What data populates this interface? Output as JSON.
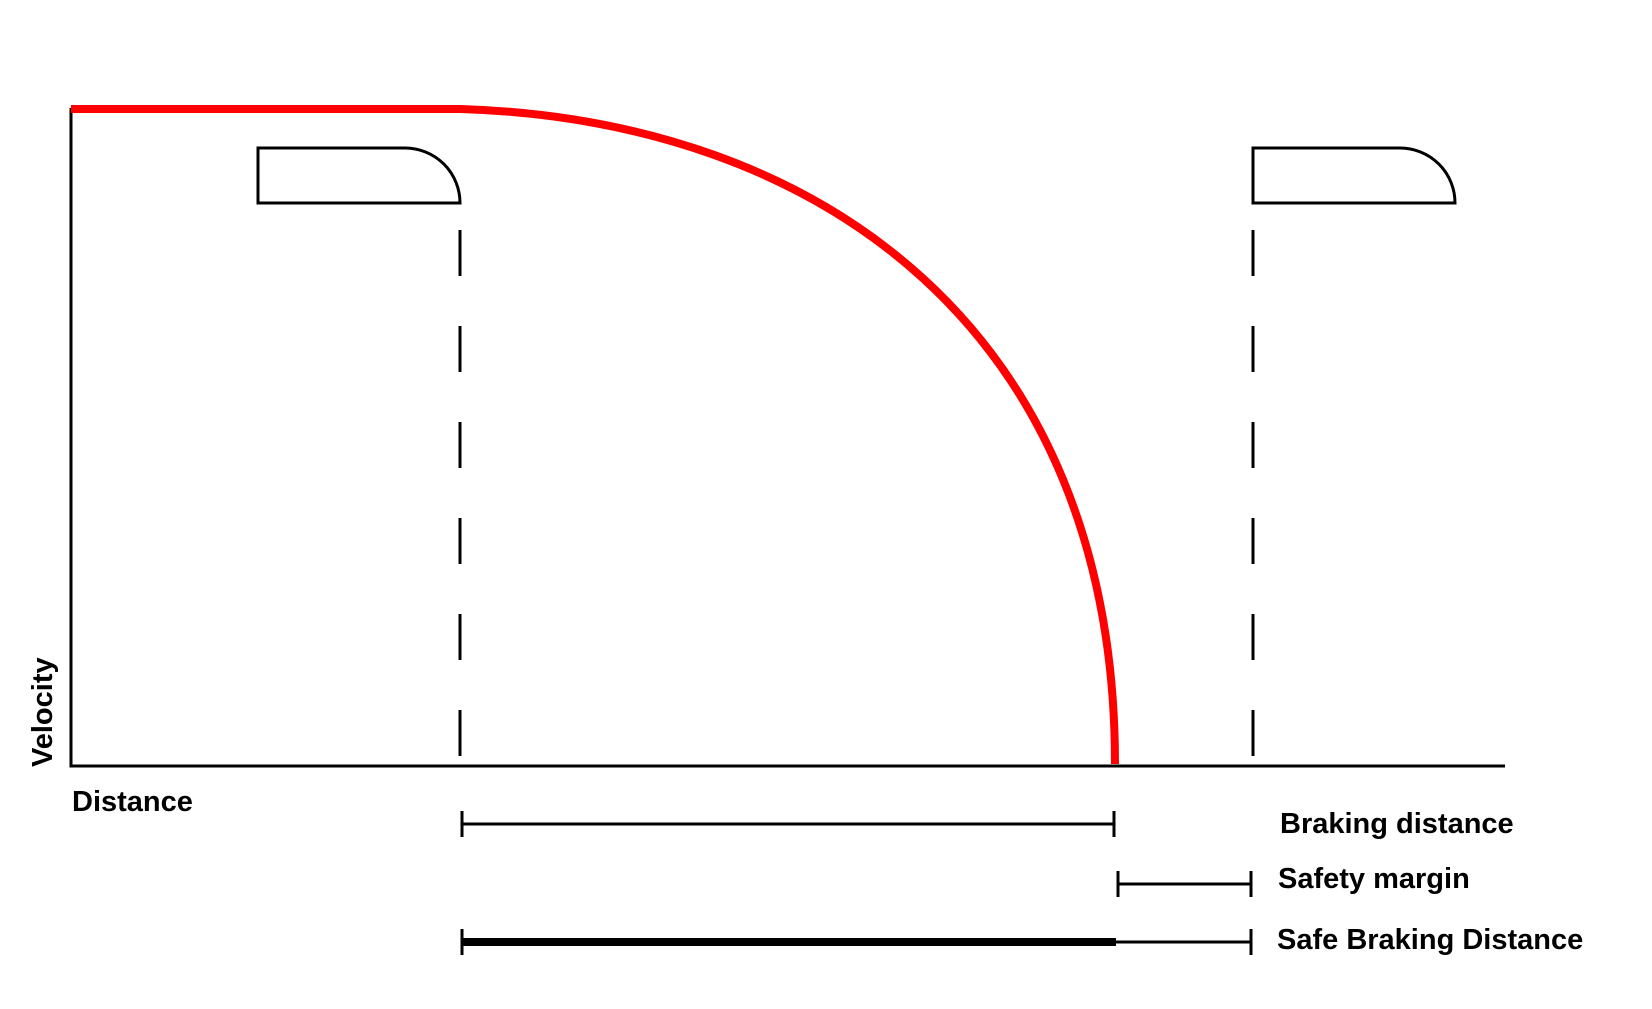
{
  "labels": {
    "y_axis": "Velocity",
    "x_axis": "Distance",
    "braking_distance": "Braking distance",
    "safety_margin": "Safety margin",
    "safe_braking_distance": "Safe Braking Distance"
  },
  "colors": {
    "curve": "#ff0000",
    "ink": "#000000",
    "background": "#ffffff"
  }
}
